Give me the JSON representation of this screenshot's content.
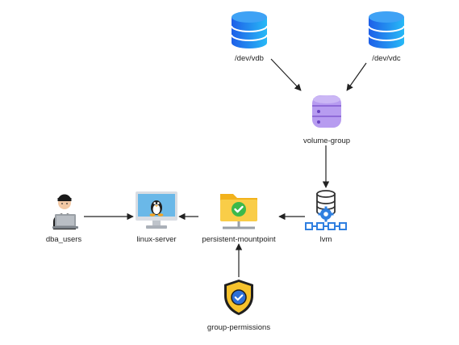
{
  "nodes": {
    "dev_vdb": {
      "label": "/dev/vdb",
      "icon": "database-cylinder-icon"
    },
    "dev_vdc": {
      "label": "/dev/vdc",
      "icon": "database-cylinder-icon"
    },
    "volume_group": {
      "label": "volume-group",
      "icon": "storage-server-icon"
    },
    "lvm": {
      "label": "lvm",
      "icon": "database-network-gear-icon"
    },
    "persistent_mountpoint": {
      "label": "persistent-mountpoint",
      "icon": "folder-check-icon"
    },
    "linux_server": {
      "label": "linux-server",
      "icon": "linux-monitor-icon"
    },
    "dba_users": {
      "label": "dba_users",
      "icon": "user-laptop-icon"
    },
    "group_permissions": {
      "label": "group-permissions",
      "icon": "shield-check-icon"
    }
  },
  "edges": [
    {
      "from": "/dev/vdb",
      "to": "volume-group"
    },
    {
      "from": "/dev/vdc",
      "to": "volume-group"
    },
    {
      "from": "volume-group",
      "to": "lvm"
    },
    {
      "from": "lvm",
      "to": "persistent-mountpoint"
    },
    {
      "from": "persistent-mountpoint",
      "to": "linux-server"
    },
    {
      "from": "dba_users",
      "to": "linux-server"
    },
    {
      "from": "group-permissions",
      "to": "persistent-mountpoint"
    }
  ],
  "colors": {
    "database_blue": "#1e6ff0",
    "database_cyan": "#26b6f5",
    "volume_purple": "#a583e8",
    "folder_yellow": "#f7c331",
    "check_green": "#3cb94b",
    "shield_yellow": "#f6c22c",
    "shield_blue": "#2d6fd6",
    "arrow": "#222222"
  }
}
